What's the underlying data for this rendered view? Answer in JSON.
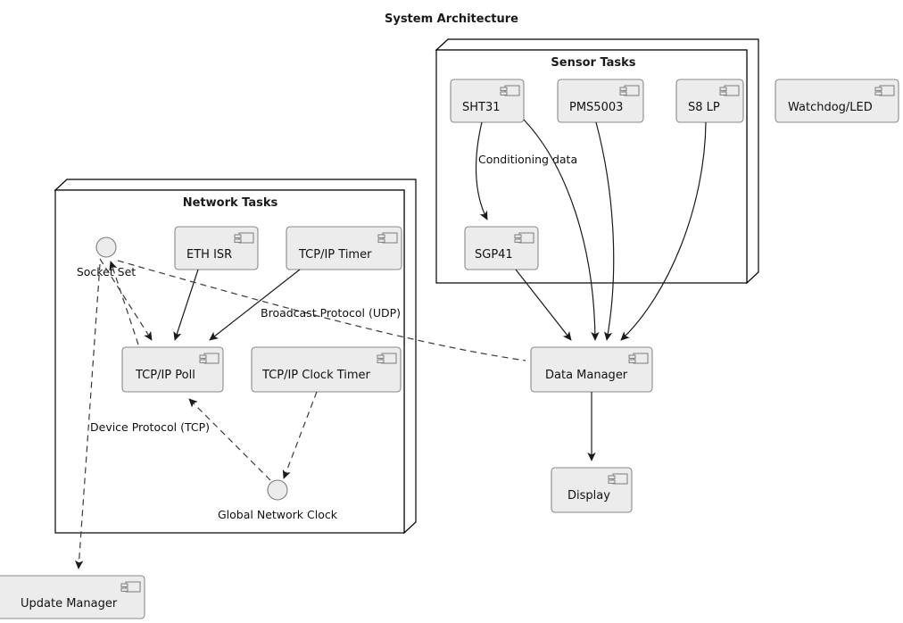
{
  "title": "System Architecture",
  "packages": [
    {
      "id": "sensor-tasks",
      "title": "Sensor Tasks",
      "components": [
        {
          "id": "sht31",
          "label": "SHT31"
        },
        {
          "id": "pms5003",
          "label": "PMS5003"
        },
        {
          "id": "s8lp",
          "label": "S8 LP"
        },
        {
          "id": "sgp41",
          "label": "SGP41"
        }
      ]
    },
    {
      "id": "network-tasks",
      "title": "Network Tasks",
      "components": [
        {
          "id": "eth-isr",
          "label": "ETH ISR"
        },
        {
          "id": "tcpip-timer",
          "label": "TCP/IP Timer"
        },
        {
          "id": "tcpip-poll",
          "label": "TCP/IP Poll"
        },
        {
          "id": "tcpip-clock-timer",
          "label": "TCP/IP Clock Timer"
        }
      ],
      "interfaces": [
        {
          "id": "socket-set",
          "label": "Socket Set"
        },
        {
          "id": "global-network-clock",
          "label": "Global Network Clock"
        }
      ]
    }
  ],
  "standalone_components": [
    {
      "id": "watchdog-led",
      "label": "Watchdog/LED"
    },
    {
      "id": "data-manager",
      "label": "Data Manager"
    },
    {
      "id": "display",
      "label": "Display"
    },
    {
      "id": "update-manager",
      "label": "Update Manager"
    }
  ],
  "edge_labels": [
    {
      "id": "conditioning-data",
      "label": "Conditioning data"
    },
    {
      "id": "broadcast-protocol-udp",
      "label": "Broadcast Protocol (UDP)"
    },
    {
      "id": "device-protocol-tcp",
      "label": "Device Protocol (TCP)"
    }
  ],
  "colors": {
    "component_fill": "#ececec",
    "component_stroke": "#8a8a8a",
    "package_stroke": "#000000",
    "edge": "#1a1a1a",
    "background": "#ffffff"
  }
}
